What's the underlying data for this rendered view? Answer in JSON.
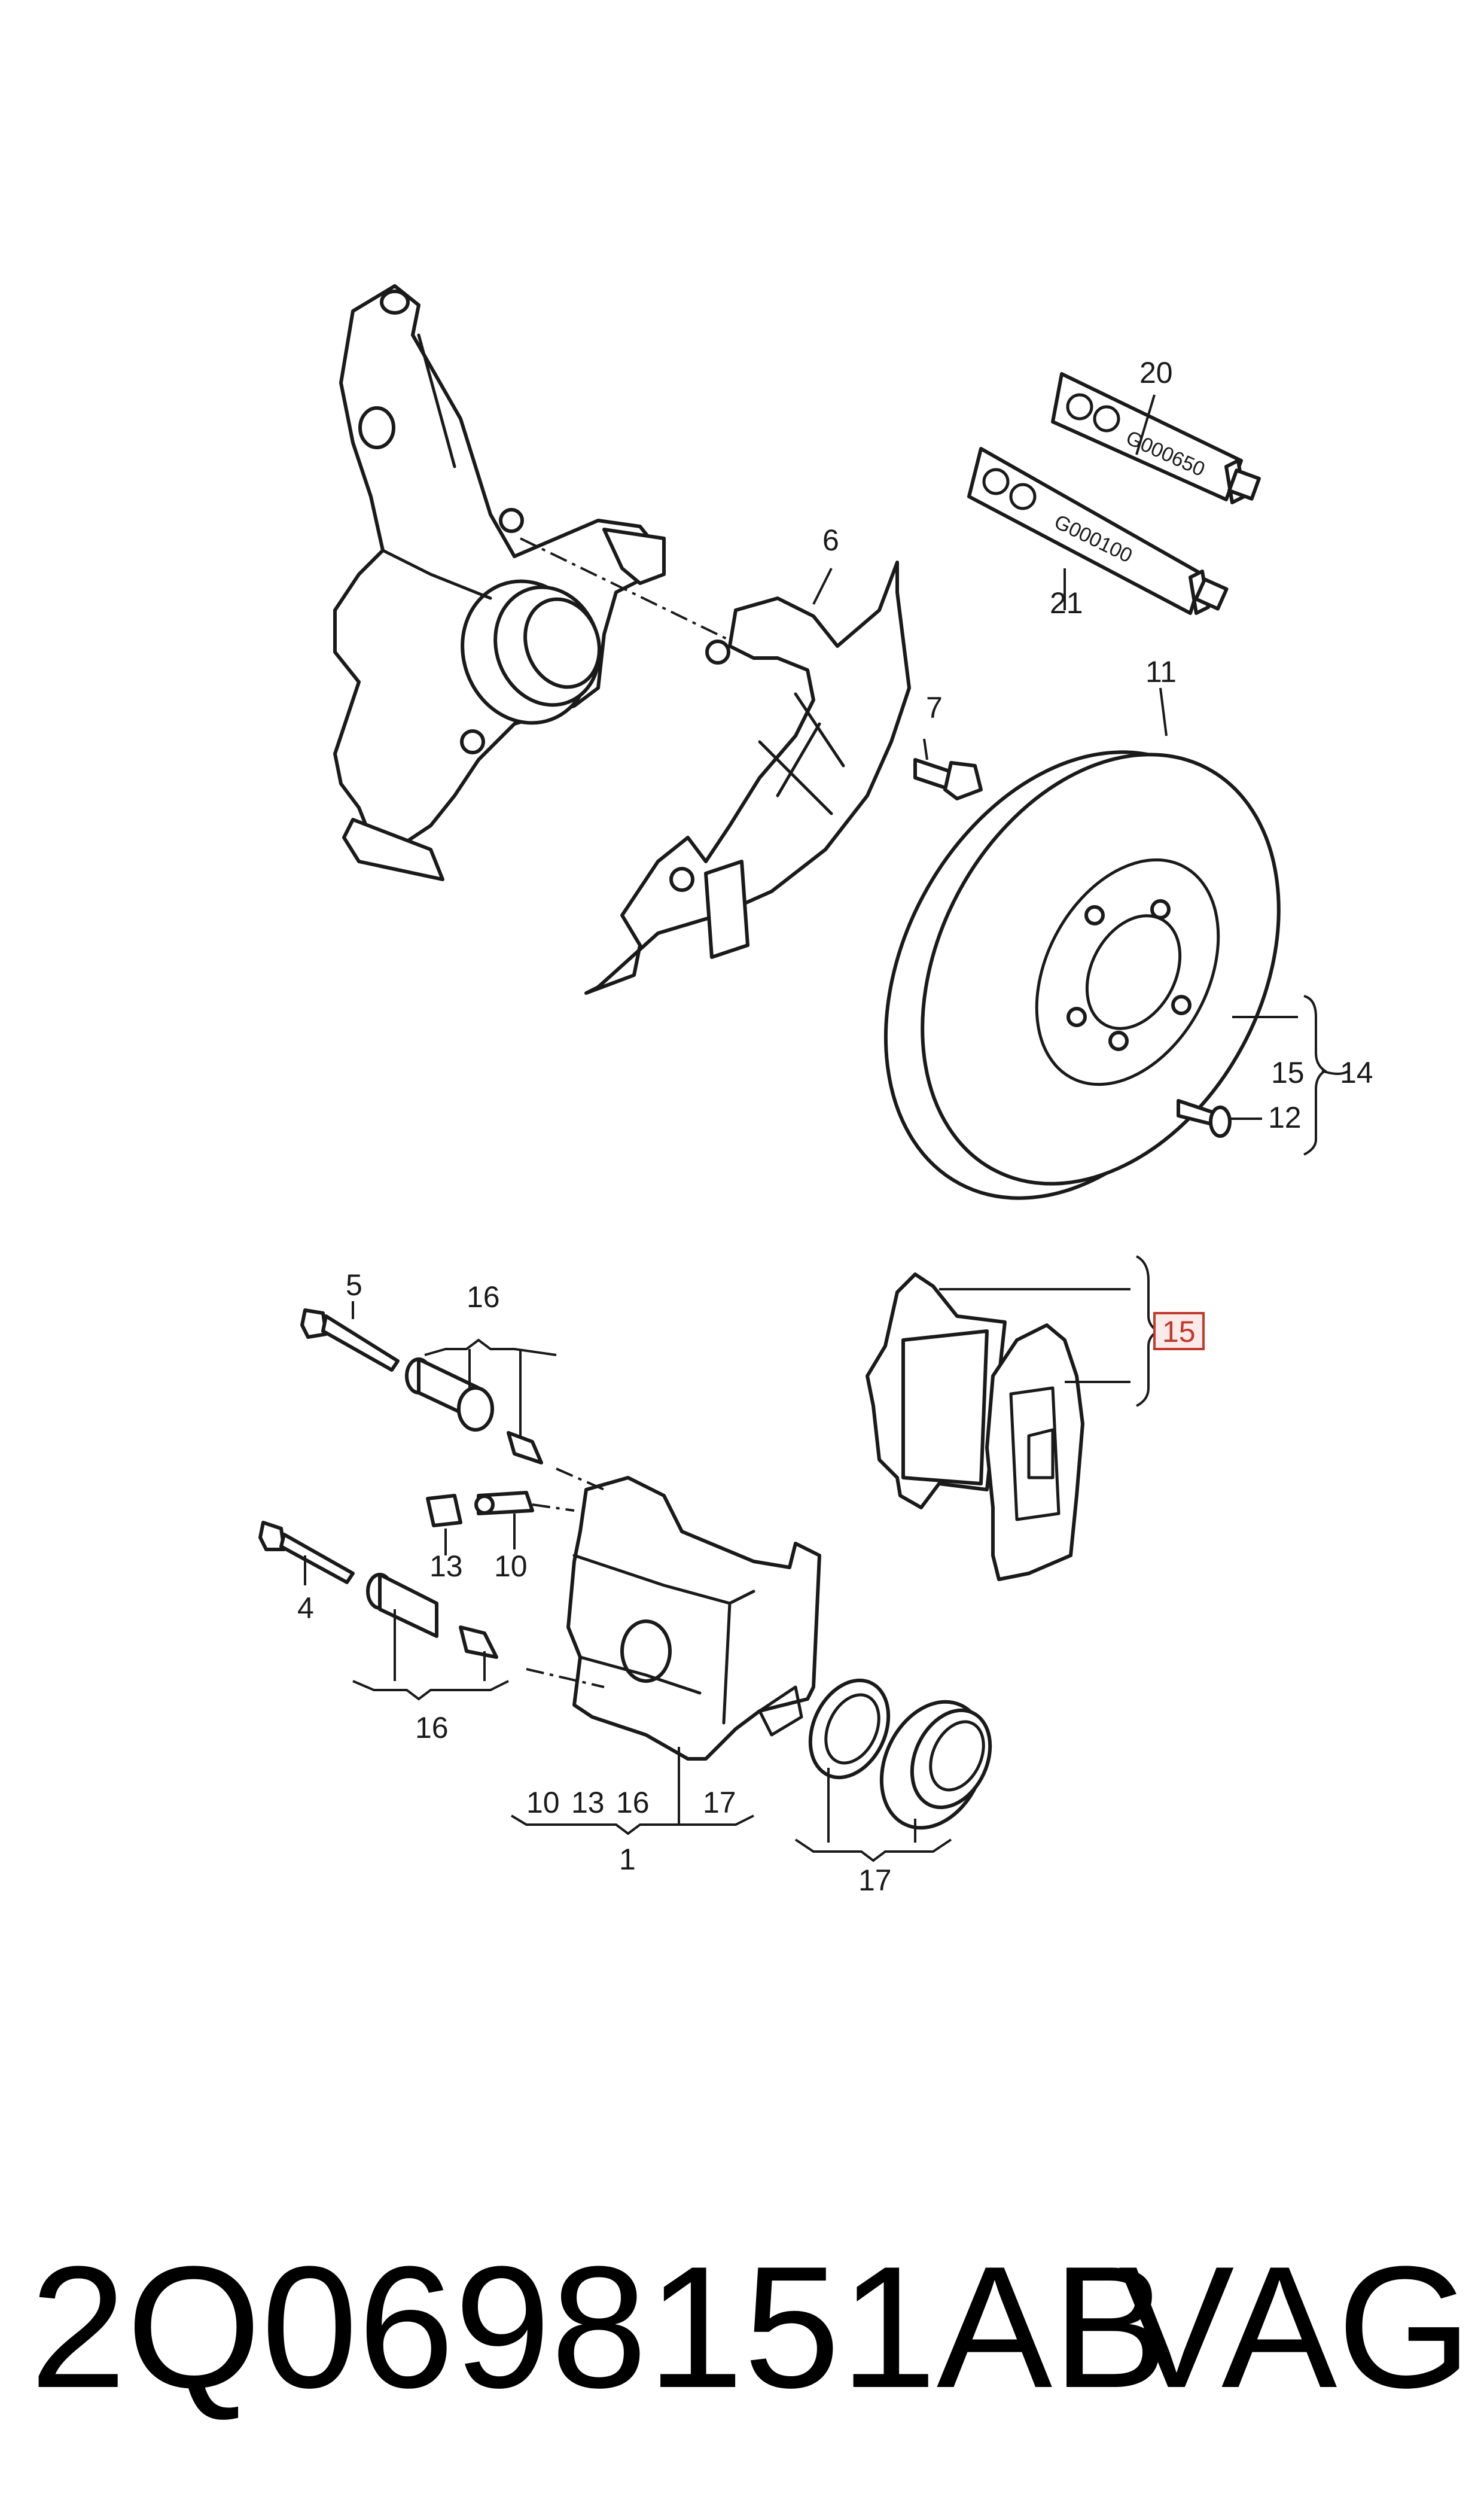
{
  "callouts": {
    "c1": "1",
    "c4": "4",
    "c5": "5",
    "c6": "6",
    "c7": "7",
    "c10": "10",
    "c11": "11",
    "c12": "12",
    "c13": "13",
    "c14": "14",
    "c15_disc": "15",
    "c15_pads": "15",
    "c16_top": "16",
    "c16_bottom": "16",
    "c17_caliper": "17",
    "c17_seals": "17",
    "c20": "20",
    "c21": "21",
    "group_10": "10",
    "group_13": "13",
    "group_16": "16"
  },
  "tubes": {
    "tube_20_code": "G000650",
    "tube_21_code": "G000100"
  },
  "footer": {
    "part_number": "2Q0698151AB",
    "brand": "VAG"
  },
  "colors": {
    "line": "#1a1a1a",
    "highlight": "#c0392b",
    "highlight_fill": "#fbeaea"
  }
}
